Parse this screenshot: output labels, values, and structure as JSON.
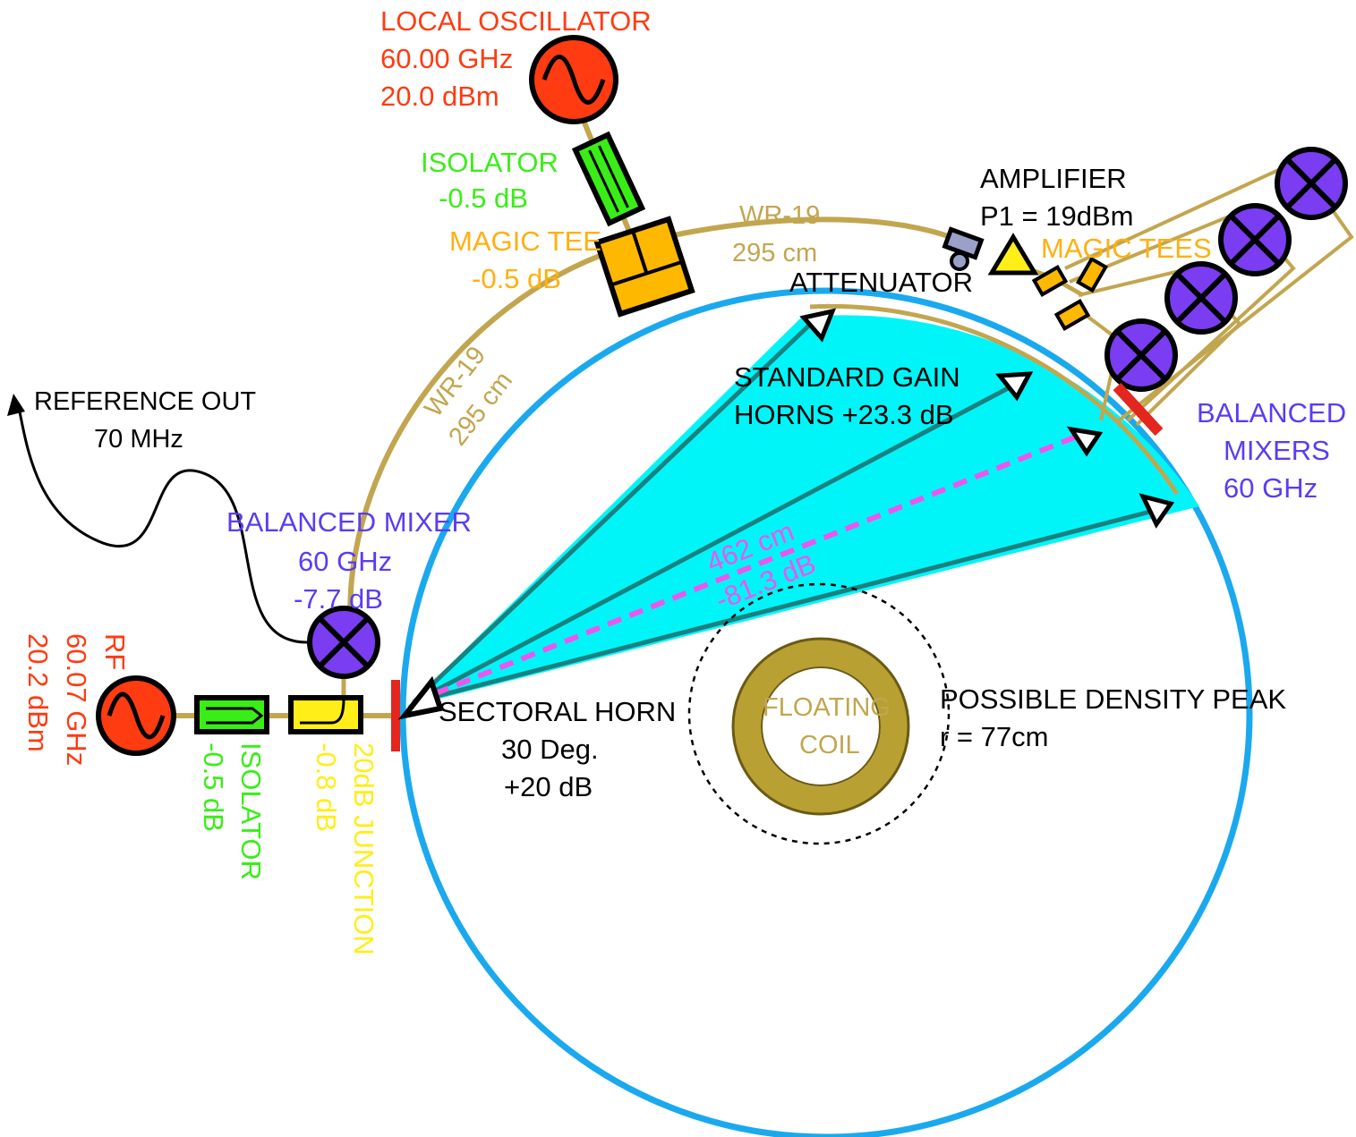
{
  "colors": {
    "background": "#ffffff",
    "chamber_ring": "#1aa9ee",
    "beam_fill": "#00f5f8",
    "waveguide": "#c2a64f",
    "oscillator": "#ff3b12",
    "isolator": "#39ee16",
    "junction": "#ffee18",
    "magic_tee": "#ffb800",
    "mixer": "#7a3df2",
    "path": "#ee55ee",
    "window": "#e3261e",
    "label_red": "#ff3b12",
    "label_green": "#39ee16",
    "label_orange": "#ffb010",
    "label_purple": "#5b3cf2",
    "label_tan": "#c2a64f",
    "label_yellow": "#ffee18",
    "label_black": "#000000",
    "coil": "#b8a032"
  },
  "labels": {
    "local_osc": [
      "LOCAL OSCILLATOR",
      "60.00 GHz",
      "20.0 dBm"
    ],
    "lo_isolator": [
      "ISOLATOR",
      "-0.5 dB"
    ],
    "lo_magic_tee": [
      "MAGIC TEE",
      "-0.5 dB"
    ],
    "wg_top": [
      "WR-19",
      "295 cm"
    ],
    "wg_left": [
      "WR-19",
      "295 cm"
    ],
    "amplifier": [
      "AMPLIFIER",
      "P1 = 19dBm"
    ],
    "attenuator": "ATTENUATOR",
    "magic_tees": "MAGIC TEES",
    "std_gain_horns": [
      "STANDARD GAIN",
      "HORNS +23.3 dB"
    ],
    "balanced_mixers": [
      "BALANCED",
      "MIXERS",
      "60 GHz"
    ],
    "reference_out": [
      "REFERENCE OUT",
      "70 MHz"
    ],
    "balanced_mixer": [
      "BALANCED MIXER",
      "60 GHz",
      "-7.7 dB"
    ],
    "path_length": [
      "462 cm",
      "-81.3 dB"
    ],
    "rf": [
      "RF",
      "60.07 GHz",
      "20.2 dBm"
    ],
    "rf_isolator": [
      "ISOLATOR",
      "-0.5 dB"
    ],
    "junction": [
      "20dB JUNCTION",
      "-0.8 dB"
    ],
    "sectoral_horn": [
      "SECTORAL HORN",
      "30 Deg.",
      "+20 dB"
    ],
    "floating_coil": [
      "FLOATING",
      "COIL"
    ],
    "density_peak": [
      "POSSIBLE DENSITY PEAK",
      "r = 77cm"
    ]
  },
  "icons": {
    "oscillator": "sine-wave-source-icon",
    "mixer": "crossed-circle-mixer-icon",
    "amplifier": "triangle-amplifier-icon",
    "horn": "triangle-horn-icon"
  }
}
